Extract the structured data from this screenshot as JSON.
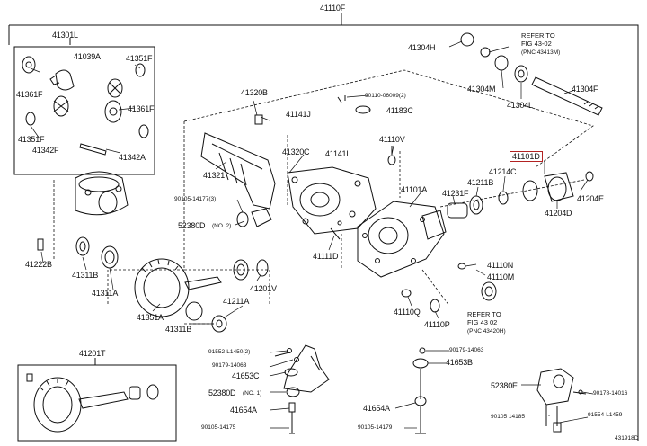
{
  "diagram_id": "431918D",
  "highlight_color": "#b22222",
  "labels": {
    "l41110F": "41110F",
    "l41301L": "41301L",
    "l41039A": "41039A",
    "l41351F_top": "41351F",
    "l41361F_left": "41361F",
    "l41361F_right": "41361F",
    "l41351F_left": "41351F",
    "l41342F": "41342F",
    "l41342A": "41342A",
    "l41222B": "41222B",
    "l41311B": "41311B",
    "l41311A": "41311A",
    "l41351A": "41351A",
    "l41311B_b": "41311B",
    "l41320B": "41320B",
    "l41141J": "41141J",
    "l90110": "90110-06009(2)",
    "l41183C": "41183C",
    "l41320C": "41320C",
    "l41141L": "41141L",
    "l41110V": "41110V",
    "l41321": "41321",
    "l90105_14177": "90105-14177(3)",
    "l52380D_no2": "52380D",
    "no2": "(NO. 2)",
    "l41111D": "41111D",
    "l41201V": "41201V",
    "l41211A": "41211A",
    "l41304H": "41304H",
    "refer1_a": "REFER TO",
    "refer1_b": "FIG 43-02",
    "refer1_c": "(PNC 43413M)",
    "l41304M": "41304M",
    "l41304F": "41304F",
    "l41304L": "41304L",
    "l41101D": "41101D",
    "l41214C": "41214C",
    "l41211B": "41211B",
    "l41101A": "41101A",
    "l41231F": "41231F",
    "l41204E": "41204E",
    "l41204D": "41204D",
    "l41110N": "41110N",
    "l41110M": "41110M",
    "l41110Q": "41110Q",
    "l41110P": "41110P",
    "refer2_a": "REFER TO",
    "refer2_b": "FIG 43 02",
    "refer2_c": "(PNC 43420H)",
    "l41201T": "41201T",
    "l91552": "91552-L1450(2)",
    "l90179_a": "90179-14063",
    "l41653C": "41653C",
    "l52380D_no1": "52380D",
    "no1": "(NO. 1)",
    "l41654A": "41654A",
    "l90105_14175": "90105-14175",
    "l90179_b": "90179-14063",
    "l41653B": "41653B",
    "l41654B": "41654A",
    "l90105_14179": "90105-14179",
    "l52380E": "52380E",
    "l90178": "90178-14016",
    "l90105_14185": "90105 14185",
    "l91554": "91554-L1459"
  }
}
